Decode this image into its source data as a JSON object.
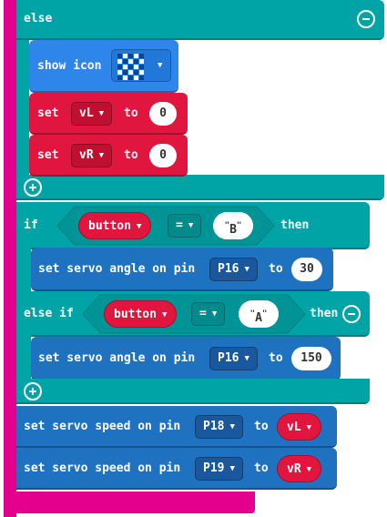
{
  "else_label": "else",
  "show_icon": {
    "label": "show icon"
  },
  "set_vl": {
    "set": "set",
    "var": "vL",
    "to": "to",
    "value": "0"
  },
  "set_vr": {
    "set": "set",
    "var": "vR",
    "to": "to",
    "value": "0"
  },
  "if_block": {
    "if": "if",
    "lhs": "button",
    "op": "=",
    "rhs": "B",
    "then": "then"
  },
  "servo_angle_1": {
    "label": "set servo angle on pin",
    "pin": "P16",
    "to": "to",
    "value": "30"
  },
  "elseif_block": {
    "else_if": "else if",
    "lhs": "button",
    "op": "=",
    "rhs": "A",
    "then": "then"
  },
  "servo_angle_2": {
    "label": "set servo angle on pin",
    "pin": "P16",
    "to": "to",
    "value": "150"
  },
  "servo_speed_1": {
    "label": "set servo speed on pin",
    "pin": "P18",
    "to": "to",
    "var": "vL"
  },
  "servo_speed_2": {
    "label": "set servo speed on pin",
    "pin": "P19",
    "to": "to",
    "var": "vR"
  },
  "colors": {
    "logic": "#00a4a6",
    "basic": "#2e86ea",
    "variables": "#e0163f",
    "servo": "#1e72c0",
    "loop": "#e4008c"
  },
  "icon_grid": [
    0,
    1,
    0,
    1,
    0,
    1,
    0,
    1,
    0,
    1,
    0,
    1,
    0,
    1,
    0,
    1,
    0,
    1,
    0,
    1,
    0,
    1,
    0,
    1,
    0
  ]
}
